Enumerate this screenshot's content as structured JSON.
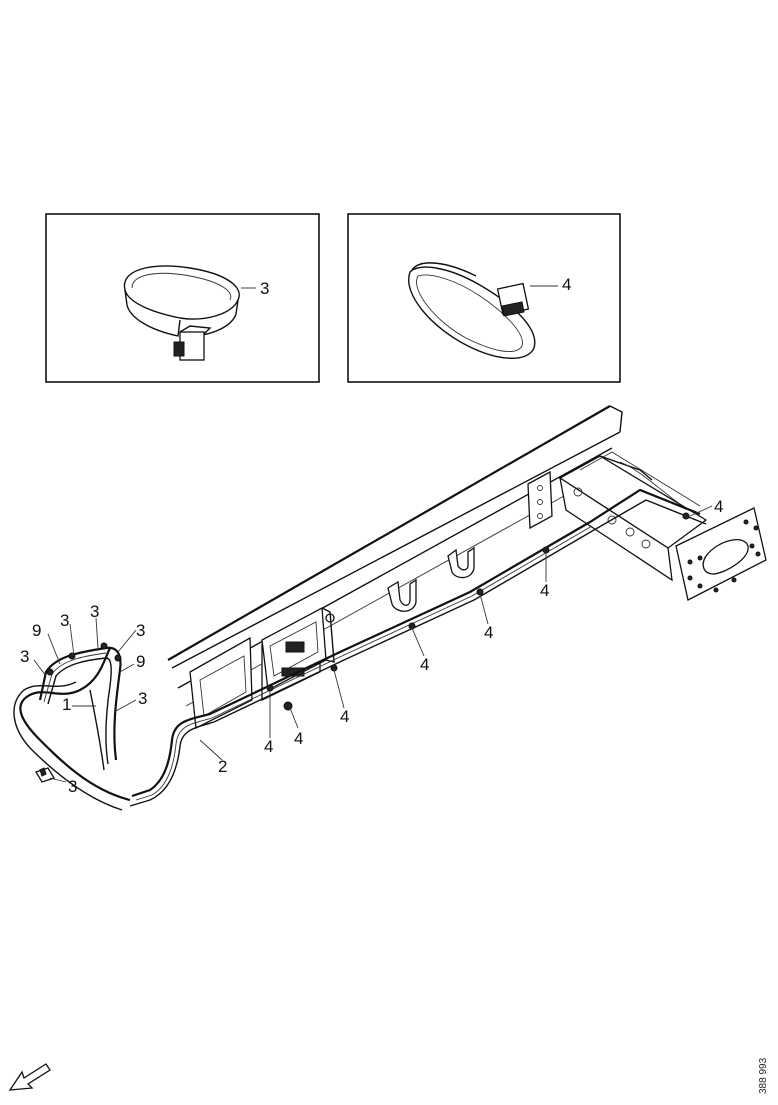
{
  "detail_left": {
    "callout": "3"
  },
  "detail_right": {
    "callout": "4"
  },
  "callouts": [
    {
      "id": "c-9a",
      "text": "9"
    },
    {
      "id": "c-3a",
      "text": "3"
    },
    {
      "id": "c-3b",
      "text": "3"
    },
    {
      "id": "c-3c",
      "text": "3"
    },
    {
      "id": "c-3d",
      "text": "3"
    },
    {
      "id": "c-9b",
      "text": "9"
    },
    {
      "id": "c-1",
      "text": "1"
    },
    {
      "id": "c-3e",
      "text": "3"
    },
    {
      "id": "c-3f",
      "text": "3"
    },
    {
      "id": "c-2",
      "text": "2"
    },
    {
      "id": "c-4a",
      "text": "4"
    },
    {
      "id": "c-4b",
      "text": "4"
    },
    {
      "id": "c-4c",
      "text": "4"
    },
    {
      "id": "c-4d",
      "text": "4"
    },
    {
      "id": "c-4e",
      "text": "4"
    },
    {
      "id": "c-4f",
      "text": "4"
    },
    {
      "id": "c-4g",
      "text": "4"
    }
  ],
  "drawing_code": "388 993",
  "icons": {
    "direction_arrow": "arrow-down-left-icon"
  }
}
